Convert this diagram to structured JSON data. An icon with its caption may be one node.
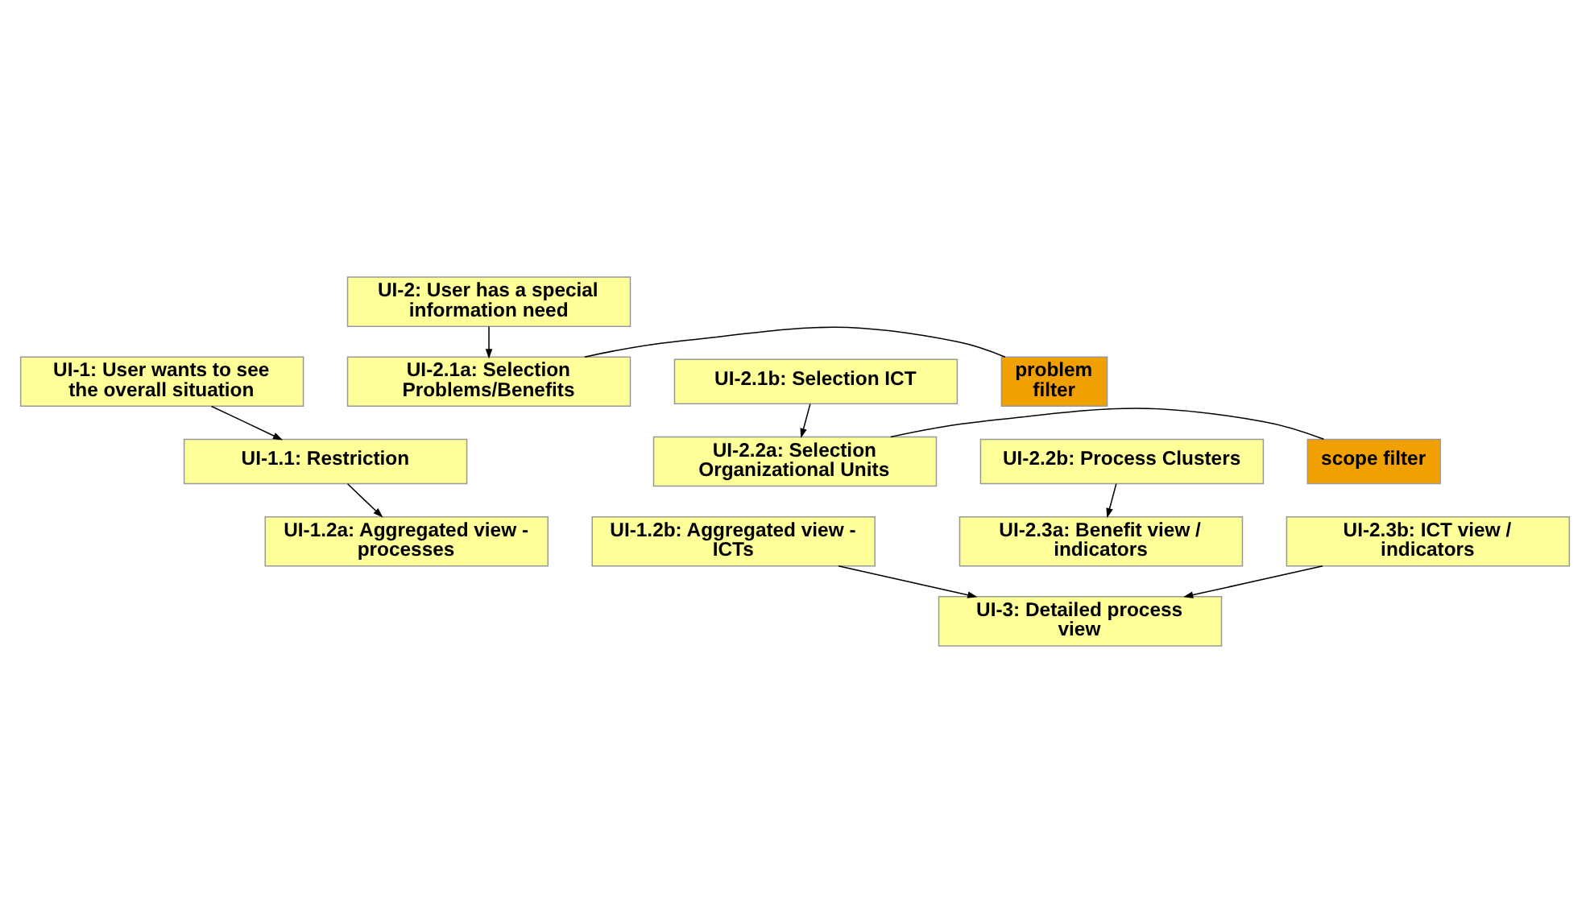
{
  "diagram": {
    "nodes": [
      {
        "text": [
          "UI-1: User wants to see the overall situation"
        ]
      },
      {
        "text": [
          "UI-1.1: Restriction"
        ]
      },
      {
        "text": [
          "UI-1.2a: Aggregated view - processes"
        ]
      },
      {
        "text": [
          "UI-1.2b: Aggregated view - ICTs"
        ]
      },
      {
        "text": [
          "UI-2: User has a special information need"
        ]
      },
      {
        "text": [
          "problem filter"
        ]
      },
      {
        "text": [
          "UI-2.1a: Selection Problems/Benefits"
        ]
      },
      {
        "text": [
          "UI-2.1b: Selection ICT"
        ]
      },
      {
        "text": [
          "scope filter"
        ]
      },
      {
        "text": [
          "UI-2.2a: Selection Organizational Units"
        ]
      },
      {
        "text": [
          "UI-2.2b: Process Clusters"
        ]
      },
      {
        "text": [
          "UI-2.3a: Benefit view / indicators"
        ]
      },
      {
        "text": [
          "UI-2.3b: ICT view / indicators"
        ]
      },
      {
        "text": [
          "UI-3: Detailed process view"
        ]
      }
    ],
    "edges": [
      {
        "from": 0,
        "to": 1,
        "arrow": "to"
      },
      {
        "from": 1,
        "to": 2,
        "arrow": "to"
      },
      {
        "from": 3,
        "to": 13,
        "arrow": "to"
      },
      {
        "from": 4,
        "to": 6,
        "arrow": "to"
      },
      {
        "from": 5,
        "to": 6,
        "arrow": "none"
      },
      {
        "from": 7,
        "to": 9,
        "arrow": "to"
      },
      {
        "from": 8,
        "to": 9,
        "arrow": "none"
      },
      {
        "from": 10,
        "to": 11,
        "arrow": "to"
      },
      {
        "from": 12,
        "to": 13,
        "arrow": "to"
      }
    ]
  }
}
